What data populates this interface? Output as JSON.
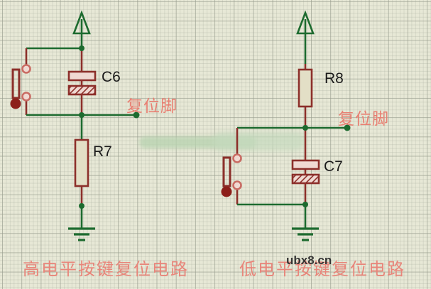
{
  "diagram": {
    "title_visible": false,
    "background": {
      "color": "#e7e8d6",
      "grid_minor_color": "#aaaf9f",
      "grid_major_color": "#969b8c"
    },
    "colors": {
      "wire_green": "#1d6b2f",
      "component_red": "#8c2f2a",
      "component_fill": "#e3dfc6",
      "capacitor_fill": "#f0d9d2",
      "net_label_text": "#e87f72",
      "caption_text": "#e8857a",
      "refdes_text": "#1b1b1b",
      "node_dot": "#1d6b2f",
      "switch_dot": "#8c1f1a"
    }
  },
  "circuits": [
    {
      "id": "high-level-reset",
      "caption": "高电平按键复位电路",
      "net_label": "复位脚",
      "components": [
        {
          "type": "power-vcc",
          "designator": ""
        },
        {
          "type": "pushbutton-switch",
          "designator": ""
        },
        {
          "type": "capacitor-polarized",
          "designator": "C6"
        },
        {
          "type": "resistor",
          "designator": "R7"
        },
        {
          "type": "ground",
          "designator": ""
        }
      ]
    },
    {
      "id": "low-level-reset",
      "caption": "低电平按键复位电路",
      "net_label": "复位脚",
      "components": [
        {
          "type": "power-vcc",
          "designator": ""
        },
        {
          "type": "resistor",
          "designator": "R8"
        },
        {
          "type": "pushbutton-switch",
          "designator": ""
        },
        {
          "type": "capacitor-polarized",
          "designator": "C7"
        },
        {
          "type": "ground",
          "designator": ""
        }
      ]
    }
  ],
  "labels": {
    "c6": "C6",
    "r7": "R7",
    "c7": "C7",
    "r8": "R8",
    "net_left": "复位脚",
    "net_right": "复位脚",
    "caption_left": "高电平按键复位电路",
    "caption_right": "低电平按键复位电路"
  },
  "watermark": {
    "text": "ubx8.cn"
  }
}
